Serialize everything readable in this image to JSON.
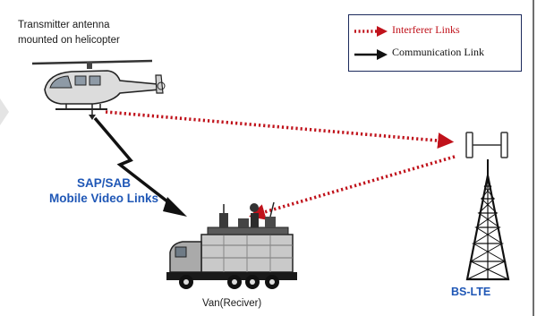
{
  "labels": {
    "transmitter_line1": "Transmitter antenna",
    "transmitter_line2": "mounted on helicopter",
    "sap_line1": "SAP/SAB",
    "sap_line2": "Mobile Video Links",
    "van": "Van(Reciver)",
    "bs": "BS-LTE"
  },
  "legend": {
    "interferer": "Interferer Links",
    "communication": "Communication Link"
  },
  "colors": {
    "interferer": "#c0121b",
    "communication": "#111111",
    "label_blue": "#1f57b6"
  },
  "icons": [
    "helicopter-icon",
    "van-truck-icon",
    "antenna-icon",
    "cell-tower-icon",
    "lightning-link-icon"
  ]
}
